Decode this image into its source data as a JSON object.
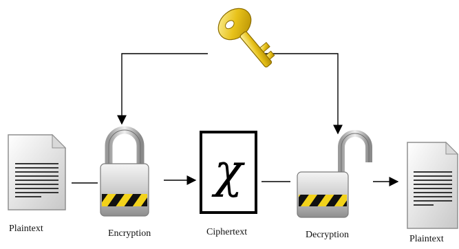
{
  "diagram": {
    "nodes": {
      "plaintext_in": "Plaintext",
      "encryption": "Encryption",
      "ciphertext": "Ciphertext",
      "decryption": "Decryption",
      "plaintext_out": "Plaintext"
    },
    "cipher_symbol": "𝜒",
    "icons": {
      "key": "key-icon",
      "locked": "closed-padlock-icon",
      "unlocked": "open-padlock-icon",
      "document": "document-icon"
    },
    "colors": {
      "key_gold": "#e8c21a",
      "lock_body": "#c9c9c9",
      "hazard_yellow": "#f2d21b",
      "hazard_black": "#111111",
      "cipher_border": "#000000"
    }
  }
}
